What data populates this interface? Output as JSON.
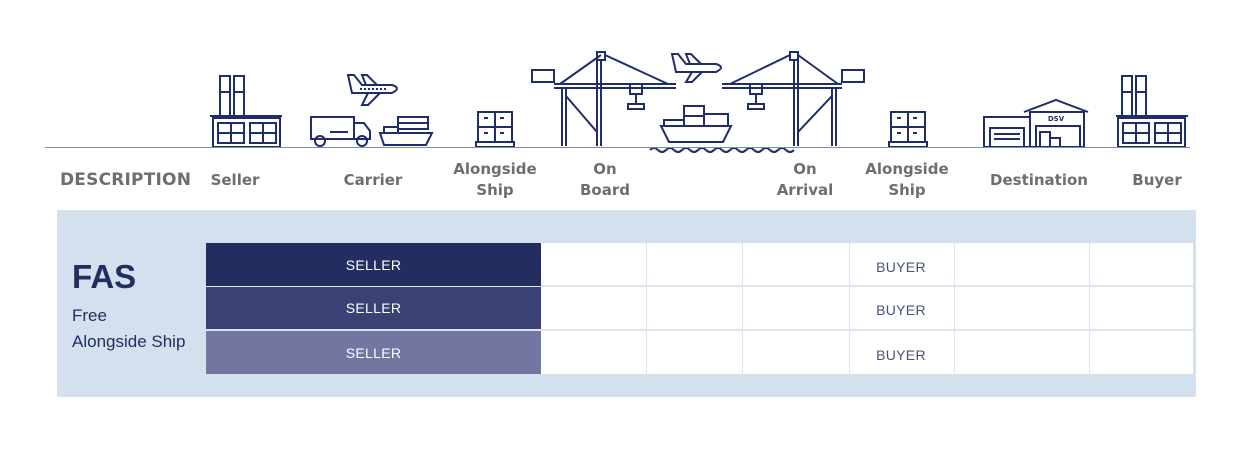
{
  "header": {
    "description_label": "DESCRIPTION",
    "columns": [
      {
        "label_lines": [
          "Seller"
        ],
        "icon": "factory-icon"
      },
      {
        "label_lines": [
          "Carrier"
        ],
        "icon": "truck-plane-ship-icon"
      },
      {
        "label_lines": [
          "Alongside",
          "Ship"
        ],
        "icon": "pallet-boxes-icon"
      },
      {
        "label_lines": [
          "On",
          "Board"
        ],
        "icon": "port-crane-icon"
      },
      {
        "label_lines": [
          "On",
          "Arrival"
        ],
        "icon": "port-crane-icon"
      },
      {
        "label_lines": [
          "Alongside",
          "Ship"
        ],
        "icon": "pallet-boxes-icon"
      },
      {
        "label_lines": [
          "Destination"
        ],
        "icon": "warehouse-icon"
      },
      {
        "label_lines": [
          "Buyer"
        ],
        "icon": "factory-icon"
      }
    ],
    "warehouse_sign": "DSV"
  },
  "incoterm": {
    "code": "FAS",
    "name_lines": [
      "Free",
      "Alongside Ship"
    ]
  },
  "rows": [
    {
      "seller_label": "SELLER",
      "buyer_label": "BUYER",
      "seller_color": "#232d5f"
    },
    {
      "seller_label": "SELLER",
      "buyer_label": "BUYER",
      "seller_color": "#3a4175"
    },
    {
      "seller_label": "SELLER",
      "buyer_label": "BUYER",
      "seller_color": "#7276a1"
    }
  ],
  "colors": {
    "icon_stroke": "#1f2d6b",
    "band_background": "#d3e1ee",
    "header_text": "#6d6e72",
    "title_text": "#232d5f"
  }
}
